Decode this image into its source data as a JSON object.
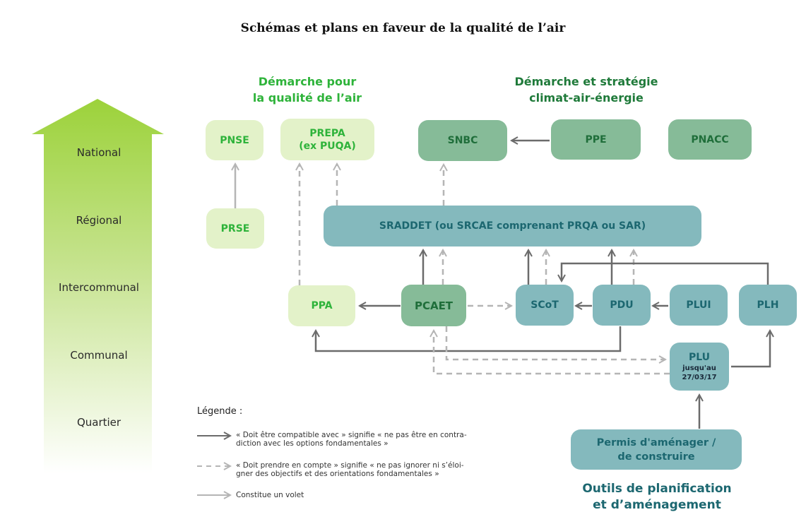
{
  "title": "Schémas et plans en faveur de la qualité de l’air",
  "levels": [
    "National",
    "Régional",
    "Intercommunal",
    "Communal",
    "Quartier"
  ],
  "headings": {
    "air": [
      "Démarche pour",
      "la qualité de l’air"
    ],
    "climate": [
      "Démarche et stratégie",
      "climat-air-énergie"
    ],
    "tools": [
      "Outils de planification",
      "et d’aménagement"
    ]
  },
  "nodes": {
    "pnse": "PNSE",
    "prepa": [
      "PREPA",
      "(ex PUQA)"
    ],
    "prse": "PRSE",
    "snbc": "SNBC",
    "ppe": "PPE",
    "pnacc": "PNACC",
    "sraddet": "SRADDET (ou SRCAE comprenant PRQA ou SAR)",
    "ppa": "PPA",
    "pcaet": "PCAET",
    "scot": "SCoT",
    "pdu": "PDU",
    "plui": "PLUI",
    "plh": "PLH",
    "plu": [
      "PLU",
      "jusqu'au",
      "27/03/17"
    ],
    "permis": [
      "Permis d'aménager /",
      "de construire"
    ]
  },
  "legend": {
    "title": "Légende :",
    "items": [
      {
        "style": "solid-dark",
        "text": [
          "« Doit être compatible avec » signifie « ne pas être en contra-",
          "diction avec les options fondamentales »"
        ]
      },
      {
        "style": "dashed",
        "text": [
          "« Doit prendre en compte » signifie « ne pas ignorer ni s’éloi-",
          "gner des objectifs et des orientations fondamentales »"
        ]
      },
      {
        "style": "solid-light",
        "text": [
          "Constitue un volet"
        ]
      }
    ]
  },
  "colors": {
    "air_node": "#e3f2c9",
    "air_text": "#2eb33a",
    "climate_node": "#86bb98",
    "climate_text": "#1f6e3a",
    "planning_node": "#84b9bd",
    "planning_text": "#1c6770",
    "heading_green": "#2eb33a",
    "heading_darkgreen": "#1f7a3a",
    "heading_teal": "#1c6770",
    "arrow_dark": "#6b6b6b",
    "arrow_light": "#b5b5b5"
  }
}
